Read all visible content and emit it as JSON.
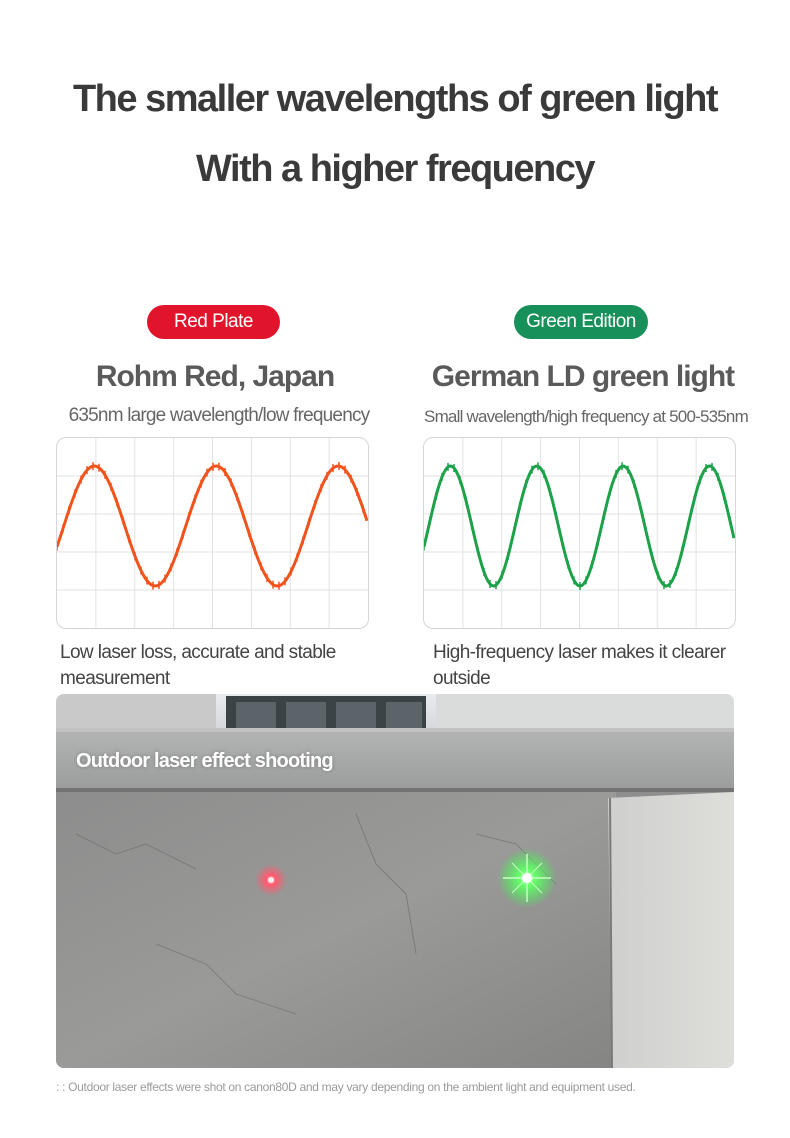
{
  "headline": {
    "line1": "The smaller wavelengths of green light",
    "line2": "With a higher frequency"
  },
  "red": {
    "badge": "Red Plate",
    "title": "Rohm Red, Japan",
    "description": "635nm large wavelength/low frequency",
    "note_line1": "Low laser loss, accurate and stable",
    "note_line2": "measurement",
    "wave_color": "#f0541c"
  },
  "green": {
    "badge": "Green Edition",
    "title": "German LD green light",
    "description": "Small wavelength/high frequency at 500-535nm",
    "note_line1": "High-frequency laser makes it clearer",
    "note_line2": "outside",
    "wave_color": "#1da24a"
  },
  "photo": {
    "label": "Outdoor laser effect shooting"
  },
  "footnote": ": : Outdoor laser effects were shot on canon80D and may vary depending on the ambient light and equipment used."
}
